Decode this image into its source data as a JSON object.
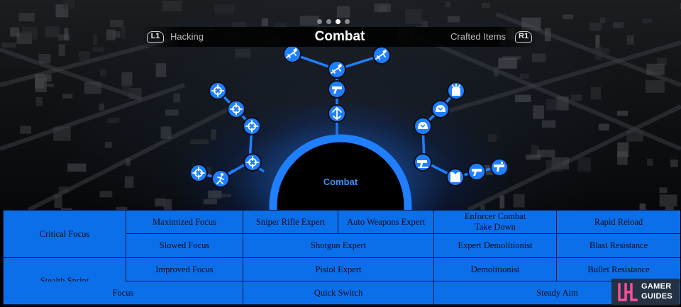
{
  "header": {
    "page_count": 4,
    "active_page": 3,
    "left_button": "L1",
    "left_tab": "Hacking",
    "center_title": "Combat",
    "right_tab": "Crafted Items",
    "right_button": "R1"
  },
  "skill_tree": {
    "hub_label": "Combat",
    "node_color": "#1f7fff",
    "nodes": [
      {
        "name": "critical-focus",
        "icon": "focus-crosshair-icon"
      },
      {
        "name": "maximized-focus",
        "icon": "focus-crosshair-icon"
      },
      {
        "name": "slowed-focus",
        "icon": "focus-crosshair-icon"
      },
      {
        "name": "improved-focus",
        "icon": "focus-crosshair-icon"
      },
      {
        "name": "focus",
        "icon": "focus-crosshair-icon"
      },
      {
        "name": "stealth-sprint",
        "icon": "running-man-icon"
      },
      {
        "name": "sniper-rifle-expert",
        "icon": "rifle-icon"
      },
      {
        "name": "auto-weapons-expert",
        "icon": "rifle-icon"
      },
      {
        "name": "shotgun-expert",
        "icon": "rifle-icon"
      },
      {
        "name": "pistol-expert",
        "icon": "pistol-icon"
      },
      {
        "name": "quick-switch",
        "icon": "weapon-swap-icon"
      },
      {
        "name": "enforcer-combat-take-down",
        "icon": "takedown-icon"
      },
      {
        "name": "expert-demolitionist",
        "icon": "explosive-icon"
      },
      {
        "name": "demolitionist",
        "icon": "explosive-icon"
      },
      {
        "name": "steady-aim",
        "icon": "pistol-icon"
      },
      {
        "name": "bullet-resistance",
        "icon": "vest-icon"
      },
      {
        "name": "blast-resistance",
        "icon": "blast-icon"
      },
      {
        "name": "rapid-reload",
        "icon": "magazine-icon"
      }
    ]
  },
  "skills": {
    "critical_focus": "Critical Focus",
    "maximized_focus": "Maximized Focus",
    "sniper_rifle_expert": "Sniper Rifle Expert",
    "auto_weapons_expert": "Auto Weapons Expert",
    "enforcer_combat_take_down": "Enforcer Combat\nTake Down",
    "rapid_reload": "Rapid Reload",
    "slowed_focus": "Slowed Focus",
    "shotgun_expert": "Shotgun Expert",
    "expert_demolitionist": "Expert Demolitionist",
    "blast_resistance": "Blast Resistance",
    "stealth_sprint": "Stealth Sprint",
    "improved_focus": "Improved Focus",
    "pistol_expert": "Pistol Expert",
    "demolitionist": "Demolitionist",
    "bullet_resistance": "Bullet Resistance",
    "focus": "Focus",
    "quick_switch": "Quick Switch",
    "steady_aim": "Steady Aim"
  },
  "watermark": {
    "line1": "GAMER",
    "line2": "GUIDES"
  },
  "colors": {
    "cell_blue": "#0c6fea",
    "hub_blue": "#1f7fff",
    "label_blue": "#3c93ff"
  }
}
